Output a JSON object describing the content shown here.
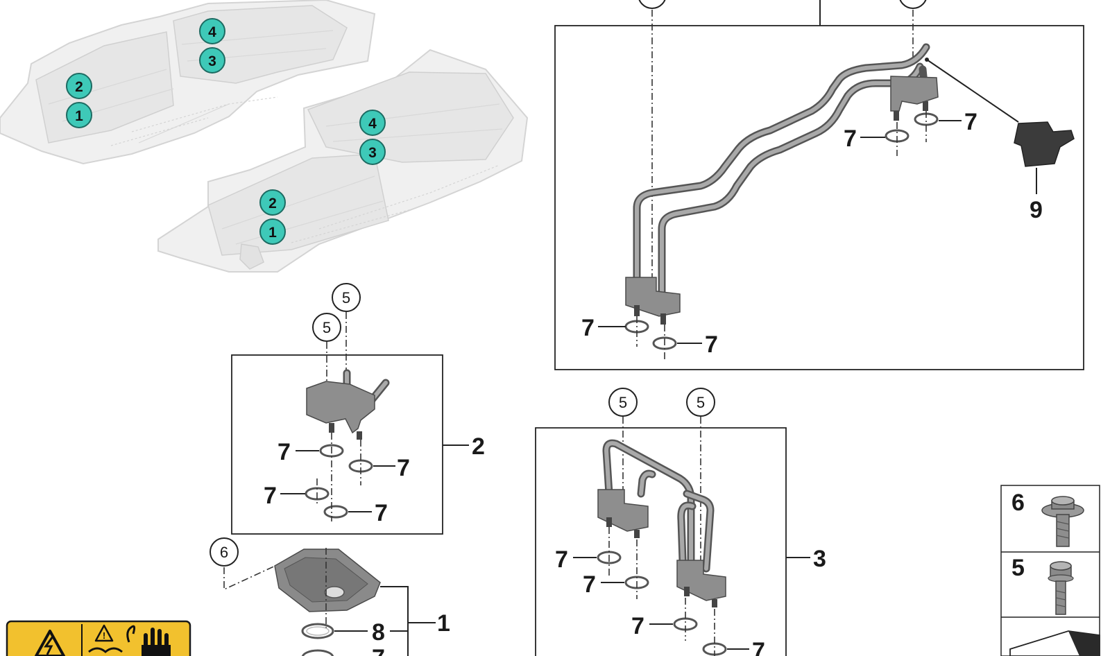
{
  "diagram": {
    "colors": {
      "callout_teal": "#3ec9b8",
      "warning_yellow": "#f2c12e",
      "part_gray": "#8e8e8e",
      "ghost_gray": "#f0f0f0"
    },
    "battery_callouts": [
      "1",
      "2",
      "3",
      "4"
    ],
    "part_labels": {
      "p1": "1",
      "p2": "2",
      "p3": "3",
      "p5": "5",
      "p6": "6",
      "p7": "7",
      "p8": "8",
      "p9": "9"
    },
    "legend": {
      "item_6": "6",
      "item_5": "5"
    }
  }
}
